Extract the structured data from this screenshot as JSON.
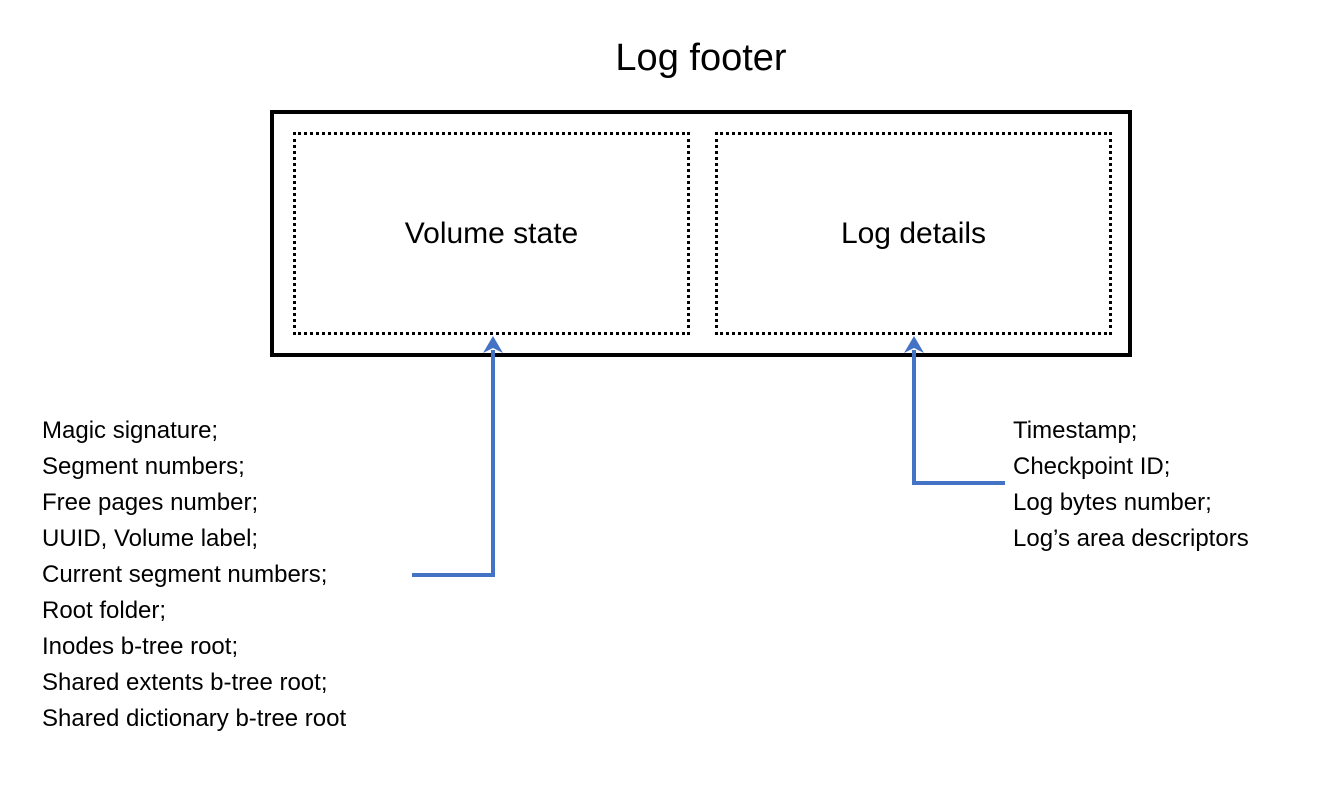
{
  "title": "Log footer",
  "colors": {
    "connector_blue": "#4472C4",
    "box_border": "#000000",
    "text": "#000000",
    "background": "#FFFFFF"
  },
  "footer_box": {
    "sections": [
      {
        "label": "Volume state"
      },
      {
        "label": "Log details"
      }
    ]
  },
  "volume_state_fields": [
    "Magic signature;",
    "Segment numbers;",
    "Free pages number;",
    "UUID, Volume label;",
    "Current segment numbers;",
    "Root folder;",
    "Inodes b-tree root;",
    "Shared extents b-tree root;",
    "Shared dictionary b-tree root"
  ],
  "log_details_fields": [
    "Timestamp;",
    "Checkpoint ID;",
    "Log bytes number;",
    "Log’s area descriptors"
  ]
}
